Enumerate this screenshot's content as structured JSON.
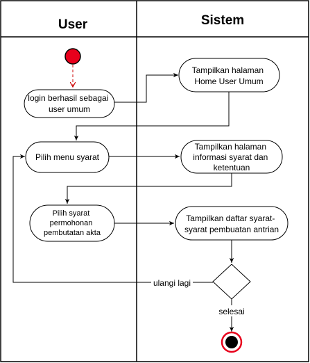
{
  "lanes": {
    "user": "User",
    "system": "Sistem"
  },
  "nodes": {
    "login": [
      "login berhasil sebagai",
      "user umum"
    ],
    "home": [
      "Tampilkan halaman",
      "Home User Umum"
    ],
    "menu_syarat": [
      "Pilih menu syarat"
    ],
    "info_syarat": [
      "Tampilkan halaman",
      "informasi syarat dan",
      "ketentuan"
    ],
    "pilih_syarat": [
      "Pilih syarat",
      "permohonan",
      "pembutatan akta"
    ],
    "daftar_syarat": [
      "Tampilkan daftar syarat-",
      "syarat pembuatan antrian"
    ]
  },
  "edge_labels": {
    "repeat": "ulangi lagi",
    "finish": "selesai"
  },
  "colors": {
    "start_fill": "#e8001c",
    "start_arrow": "#cc0000",
    "end_ring": "#e8001c",
    "stroke": "#000000"
  }
}
